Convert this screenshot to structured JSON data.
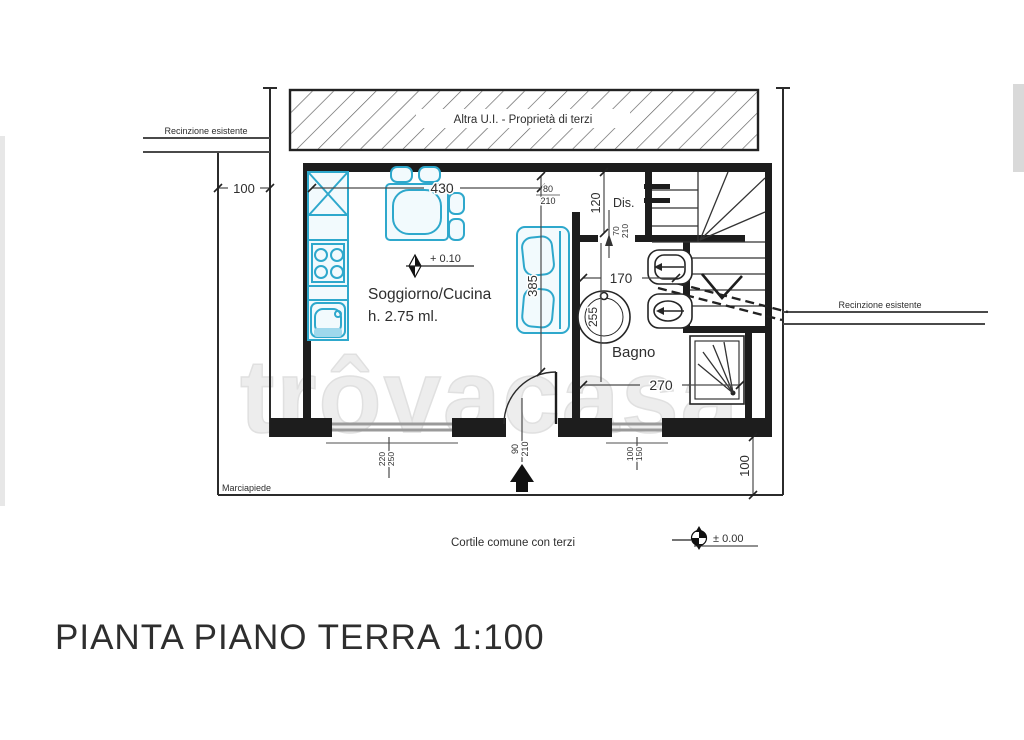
{
  "title": {
    "name": "PIANTA PIANO TERRA",
    "scale": "1:100"
  },
  "watermark": "trôvacasa",
  "plan": {
    "neighbor_area": "Altra U.I. - Proprietà di terzi",
    "fence_left": "Recinzione esistente",
    "fence_right": "Recinzione esistente",
    "room_main": "Soggiorno/Cucina",
    "room_main_height": "h. 2.75 ml.",
    "room_dis": "Dis.",
    "room_bath": "Bagno",
    "sidewalk": "Marciapiede",
    "courtyard": "Cortile comune con terzi",
    "level_inner": "+ 0.10",
    "level_outer": "± 0.00"
  },
  "dims": {
    "left_offset": "100",
    "living_width": "430",
    "dis_depth": "120",
    "living_depth": "385",
    "bath_depth": "255",
    "bath_top_width": "170",
    "bath_width": "270",
    "right_offset": "100",
    "door_living_w": "80",
    "door_living_h": "210",
    "door_bath_w": "70",
    "door_bath_h": "210",
    "window_living_w": "220",
    "window_living_h": "250",
    "entrance_w": "90",
    "entrance_h": "210",
    "window_bath_w": "100",
    "window_bath_h": "150"
  },
  "colors": {
    "furniture": "#2ea8cc",
    "ink": "#1d1d1d",
    "window_gray": "#9a9a9a",
    "watermark": "#ededed"
  }
}
